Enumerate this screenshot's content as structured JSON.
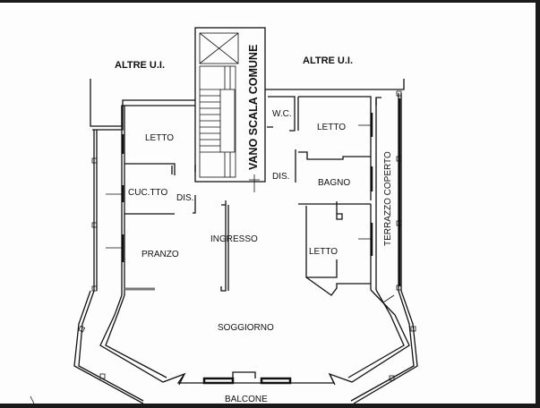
{
  "plan": {
    "labels": {
      "other_units_left": "ALTRE U.I.",
      "other_units_right": "ALTRE U.I.",
      "common_stair": "VANO SCALA COMUNE",
      "bedroom_1": "LETTO",
      "wc": "W.C.",
      "bedroom_2": "LETTO",
      "hall_right": "DIS.",
      "bathroom": "BAGNO",
      "kitchenette": "CUC.TTO",
      "hall_left": "DIS.",
      "entrance": "INGRESSO",
      "dining": "PRANZO",
      "bedroom_3": "LETTO",
      "covered_terrace": "TERRAZZO COPERTO",
      "living_room": "SOGGIORNO",
      "balcony": "BALCONE"
    }
  }
}
